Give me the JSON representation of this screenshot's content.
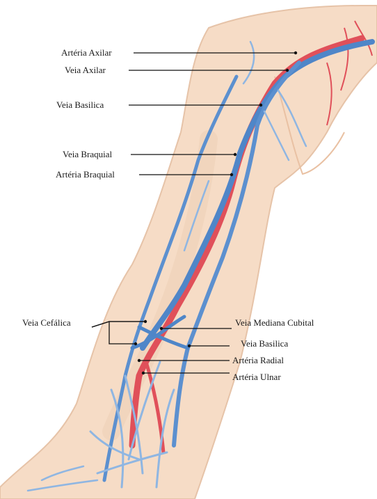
{
  "labels": {
    "arteria_axilar": "Artéria Axilar",
    "veia_axilar": "Veia Axilar",
    "veia_basilica_upper": "Veia Basilica",
    "veia_braquial": "Veia Braquial",
    "arteria_braquial": "Artéria Braquial",
    "veia_cefalica": "Veia Cefálica",
    "veia_mediana_cubital": "Veia Mediana Cubital",
    "veia_basilica_lower": "Veia Basilica",
    "arteria_radial": "Artéria Radial",
    "arteria_ulnar": "Artéria Ulnar"
  },
  "colors": {
    "skin": "#f6dcc6",
    "skin_shadow": "#e9c1a3",
    "artery": "#e0505a",
    "vein": "#4f86c8",
    "vein_light": "#8fb6e2",
    "leader": "#111111"
  }
}
